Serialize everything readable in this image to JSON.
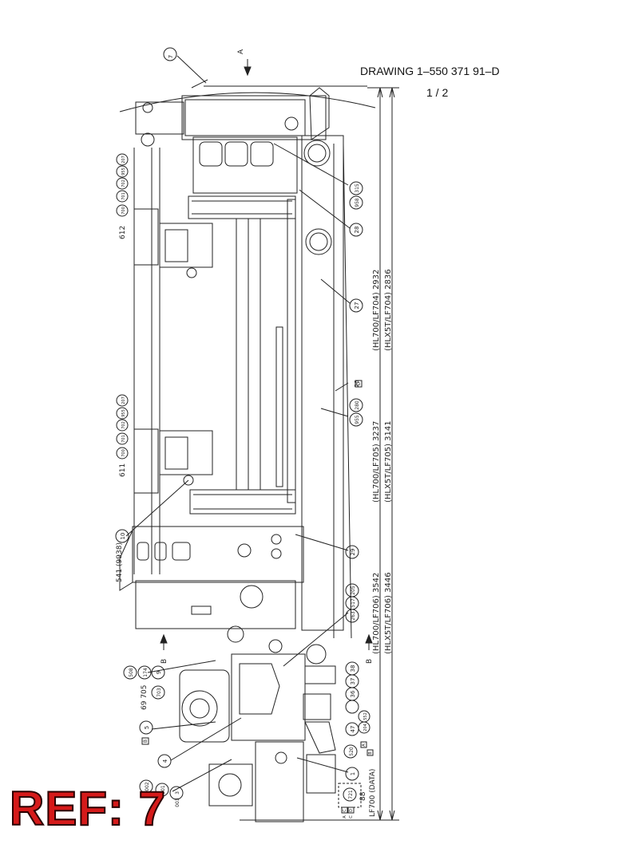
{
  "header": {
    "drawing_number": "DRAWING  1–550 371 91–D",
    "sheet": "1 / 2"
  },
  "stamp": {
    "label": "REF: 7",
    "color": "#d51a1a"
  },
  "view_arrows": {
    "a": "A",
    "b_left": "B",
    "b_right": "B"
  },
  "dimensions": {
    "d1_a": "(HL700/LF704)  2932",
    "d1_b": "(HLX5T/LF704)  2836",
    "d2_a": "(HL700/LF705)  3237",
    "d2_b": "(HLX5T/LF705)  3141",
    "d3_a": "(HL700/LF706)  3542",
    "d3_b": "(HLX5T/LF706)  3446"
  },
  "callouts": [
    {
      "id": "c7",
      "label": "7"
    },
    {
      "id": "c958",
      "label": "958"
    },
    {
      "id": "c315",
      "label": "315"
    },
    {
      "id": "c28",
      "label": "28"
    },
    {
      "id": "c27",
      "label": "27"
    },
    {
      "id": "c26",
      "label": "26"
    },
    {
      "id": "c955",
      "label": "955"
    },
    {
      "id": "c280",
      "label": "280"
    },
    {
      "id": "c10",
      "label": "10"
    },
    {
      "id": "c29",
      "label": "29"
    },
    {
      "id": "c263",
      "label": "263"
    },
    {
      "id": "c517",
      "label": "517"
    },
    {
      "id": "c205",
      "label": "205"
    },
    {
      "id": "c37",
      "label": "37"
    },
    {
      "id": "c38",
      "label": "38"
    },
    {
      "id": "c36",
      "label": "36"
    },
    {
      "id": "c47",
      "label": "47"
    },
    {
      "id": "c204",
      "label": "204"
    },
    {
      "id": "c552",
      "label": "552"
    },
    {
      "id": "c520",
      "label": "520"
    },
    {
      "id": "c1",
      "label": "1"
    },
    {
      "id": "c721",
      "label": "721"
    },
    {
      "id": "c5",
      "label": "5"
    },
    {
      "id": "c4",
      "label": "4"
    },
    {
      "id": "c3",
      "label": "3"
    },
    {
      "id": "c508",
      "label": "508"
    },
    {
      "id": "c174",
      "label": "174"
    },
    {
      "id": "c9",
      "label": "9"
    },
    {
      "id": "c703",
      "label": "703"
    },
    {
      "id": "c002",
      "label": "002"
    },
    {
      "id": "c001",
      "label": "001"
    },
    {
      "id": "c003",
      "label": "003"
    },
    {
      "id": "c700a",
      "label": "700"
    },
    {
      "id": "c701a",
      "label": "701"
    },
    {
      "id": "c702a",
      "label": "702"
    },
    {
      "id": "c955a",
      "label": "955"
    },
    {
      "id": "c207a",
      "label": "207"
    },
    {
      "id": "c700b",
      "label": "700"
    },
    {
      "id": "c701b",
      "label": "701"
    },
    {
      "id": "c702b",
      "label": "702"
    },
    {
      "id": "c955b",
      "label": "955"
    },
    {
      "id": "c207b",
      "label": "207"
    }
  ],
  "side_labels": {
    "l612": "612",
    "l611": "611",
    "l541": "541 (9938)",
    "l69": "69 705",
    "l88": "88",
    "lf700": "LF700 (DATA)"
  },
  "small_boxes": {
    "b26": "D",
    "b8": "B",
    "b_a": "A",
    "b_b": "B",
    "b_c": "C",
    "b_d": "D",
    "b_e": "A",
    "b_f": "C"
  }
}
